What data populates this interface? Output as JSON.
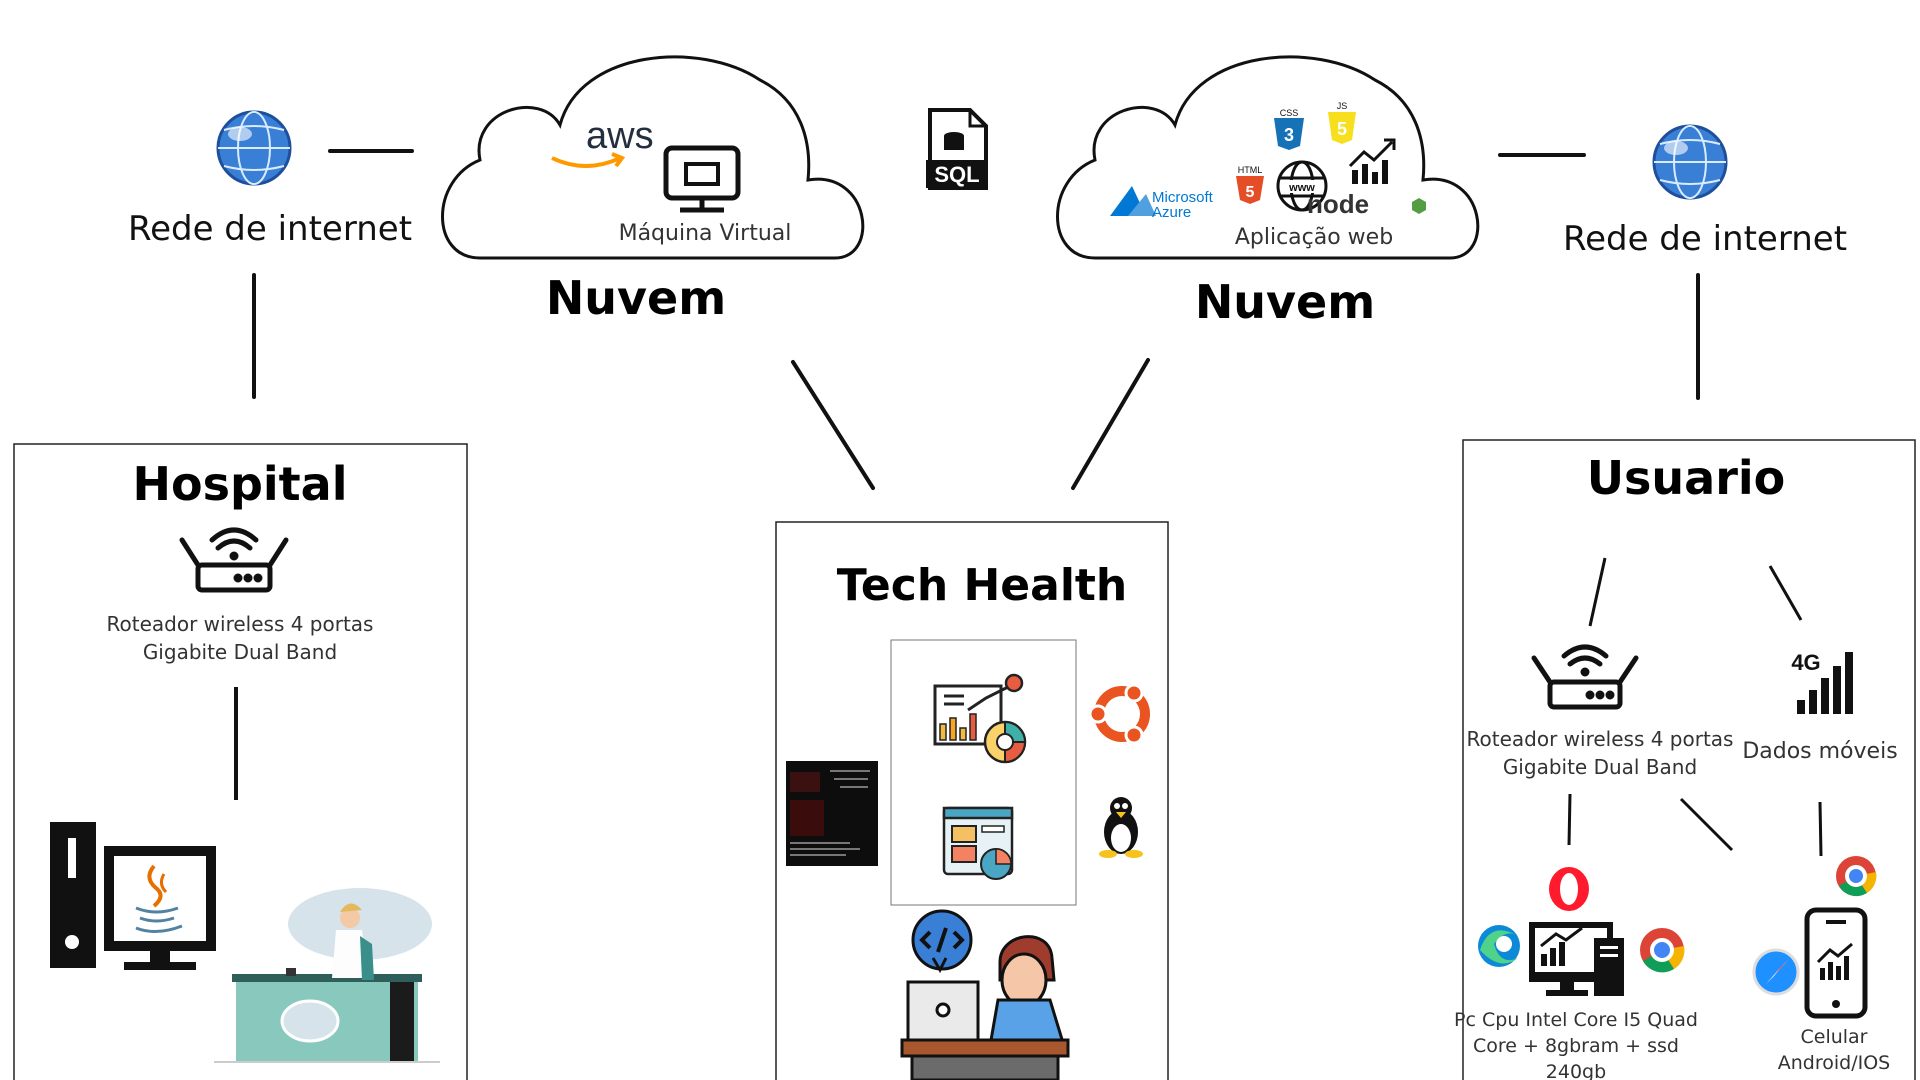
{
  "internet_left": {
    "label": "Rede de internet"
  },
  "internet_right": {
    "label": "Rede de internet"
  },
  "cloud_left": {
    "logo": "aws",
    "caption": "Máquina Virtual",
    "title": "Nuvem",
    "icon": "virtual-machine-icon"
  },
  "cloud_right": {
    "azure_line1": "Microsoft",
    "azure_line2": "Azure",
    "caption": "Aplicação web",
    "title": "Nuvem",
    "css": "CSS",
    "js": "JS",
    "html": "HTML",
    "www": "www",
    "node": "node"
  },
  "sql": {
    "label": "SQL"
  },
  "hospital": {
    "title": "Hospital",
    "router_line1": "Roteador wireless 4 portas",
    "router_line2": "Gigabite Dual Band"
  },
  "techhealth": {
    "title": "Tech Health"
  },
  "usuario": {
    "title": "Usuario",
    "router_line1": "Roteador wireless 4 portas",
    "router_line2": "Gigabite Dual Band",
    "mobile_label": "Dados móveis",
    "signal_label": "4G",
    "pc_line1": "Pc Cpu Intel Core I5 Quad",
    "pc_line2": "Core + 8gbram + ssd",
    "pc_line3": "240gb",
    "phone_line1": "Celular",
    "phone_line2": "Android/IOS"
  },
  "colors": {
    "aws_orange": "#ff9900",
    "azure_blue": "#0078d4",
    "ubuntu": "#e95420",
    "java_red": "#e76f00",
    "node_green": "#539e43",
    "html_orange": "#e44d26",
    "css_blue": "#1572b6",
    "js_yellow": "#f7df1e",
    "opera_red": "#ff1b2d"
  }
}
